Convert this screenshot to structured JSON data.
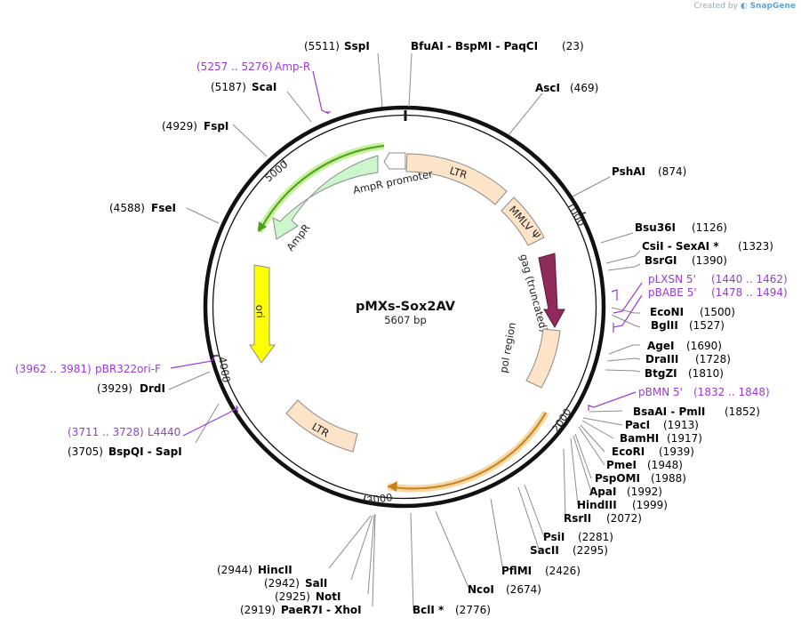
{
  "credit": {
    "prefix": "Created by",
    "brand": "SnapGene"
  },
  "plasmid": {
    "name": "pMXs-Sox2AV",
    "length_label": "5607 bp"
  },
  "ticks": [
    "1000",
    "2000",
    "3000",
    "4000",
    "5000"
  ],
  "enzymes": [
    {
      "left": "(5511)",
      "name": "SspI"
    },
    {
      "name": "BfuAI  -  BspMI  -  PaqCI",
      "right": "(23)"
    },
    {
      "name": "AscI",
      "right": "(469)"
    },
    {
      "name": "PshAI",
      "right": "(874)"
    },
    {
      "name": "Bsu36I",
      "right": "(1126)"
    },
    {
      "name": "CsiI  -  SexAI *",
      "right": "(1323)"
    },
    {
      "name": "BsrGI",
      "right": "(1390)"
    },
    {
      "name": "EcoNI",
      "right": "(1500)"
    },
    {
      "name": "BglII",
      "right": "(1527)"
    },
    {
      "name": "AgeI",
      "right": "(1690)"
    },
    {
      "name": "DraIII",
      "right": "(1728)"
    },
    {
      "name": "BtgZI",
      "right": "(1810)"
    },
    {
      "name": "BsaAI  -  PmlI",
      "right": "(1852)"
    },
    {
      "name": "PacI",
      "right": "(1913)"
    },
    {
      "name": "BamHI",
      "right": "(1917)"
    },
    {
      "name": "EcoRI",
      "right": "(1939)"
    },
    {
      "name": "PmeI",
      "right": "(1948)"
    },
    {
      "name": "PspOMI",
      "right": "(1988)"
    },
    {
      "name": "ApaI",
      "right": "(1992)"
    },
    {
      "name": "HindIII",
      "right": "(1999)"
    },
    {
      "name": "RsrII",
      "right": "(2072)"
    },
    {
      "name": "PsiI",
      "right": "(2281)"
    },
    {
      "name": "SacII",
      "right": "(2295)"
    },
    {
      "name": "PflMI",
      "right": "(2426)"
    },
    {
      "name": "NcoI",
      "right": "(2674)"
    },
    {
      "name": "BclI *",
      "right": "(2776)"
    },
    {
      "left": "(2919)",
      "name": "PaeR7I  -  XhoI"
    },
    {
      "left": "(2925)",
      "name": "NotI"
    },
    {
      "left": "(2942)",
      "name": "SalI"
    },
    {
      "left": "(2944)",
      "name": "HincII"
    },
    {
      "left": "(3705)",
      "name": "BspQI  -  SapI"
    },
    {
      "left": "(3929)",
      "name": "DrdI"
    },
    {
      "left": "(4588)",
      "name": "FseI"
    },
    {
      "left": "(4929)",
      "name": "FspI"
    },
    {
      "left": "(5187)",
      "name": "ScaI"
    }
  ],
  "primers": [
    {
      "name": "pLXSN 5'",
      "range": "(1440 .. 1462)"
    },
    {
      "name": "pBABE 5'",
      "range": "(1478 .. 1494)"
    },
    {
      "name": "pBMN 5'",
      "range": "(1832 .. 1848)"
    },
    {
      "range": "(5257 .. 5276)",
      "name": "Amp-R"
    },
    {
      "range": "(3962 .. 3981)",
      "name": "pBR322ori-F"
    },
    {
      "range": "(3711 .. 3728)",
      "name": "L4440"
    }
  ],
  "features": [
    {
      "label": "LTR",
      "color": "#fde3c8"
    },
    {
      "label": "MMLV Ψ",
      "color": "#fde3c8"
    },
    {
      "label": "gag (truncated)",
      "color": "#8f2b5b"
    },
    {
      "label": "pol region",
      "color": "#fde3c8"
    },
    {
      "label": "LTR",
      "color": "#fde3c8"
    },
    {
      "label": "ori",
      "color": "#ffff00"
    },
    {
      "label": "AmpR",
      "color": "#ccf7cc"
    },
    {
      "label": "AmpR promoter",
      "color": "#ffffff"
    }
  ],
  "colors": {
    "backbone": "#111111",
    "primer": "#9a3bd6",
    "leader": "#888888",
    "orf_green": "#4e9f1b",
    "orf_orange": "#c8821c"
  }
}
